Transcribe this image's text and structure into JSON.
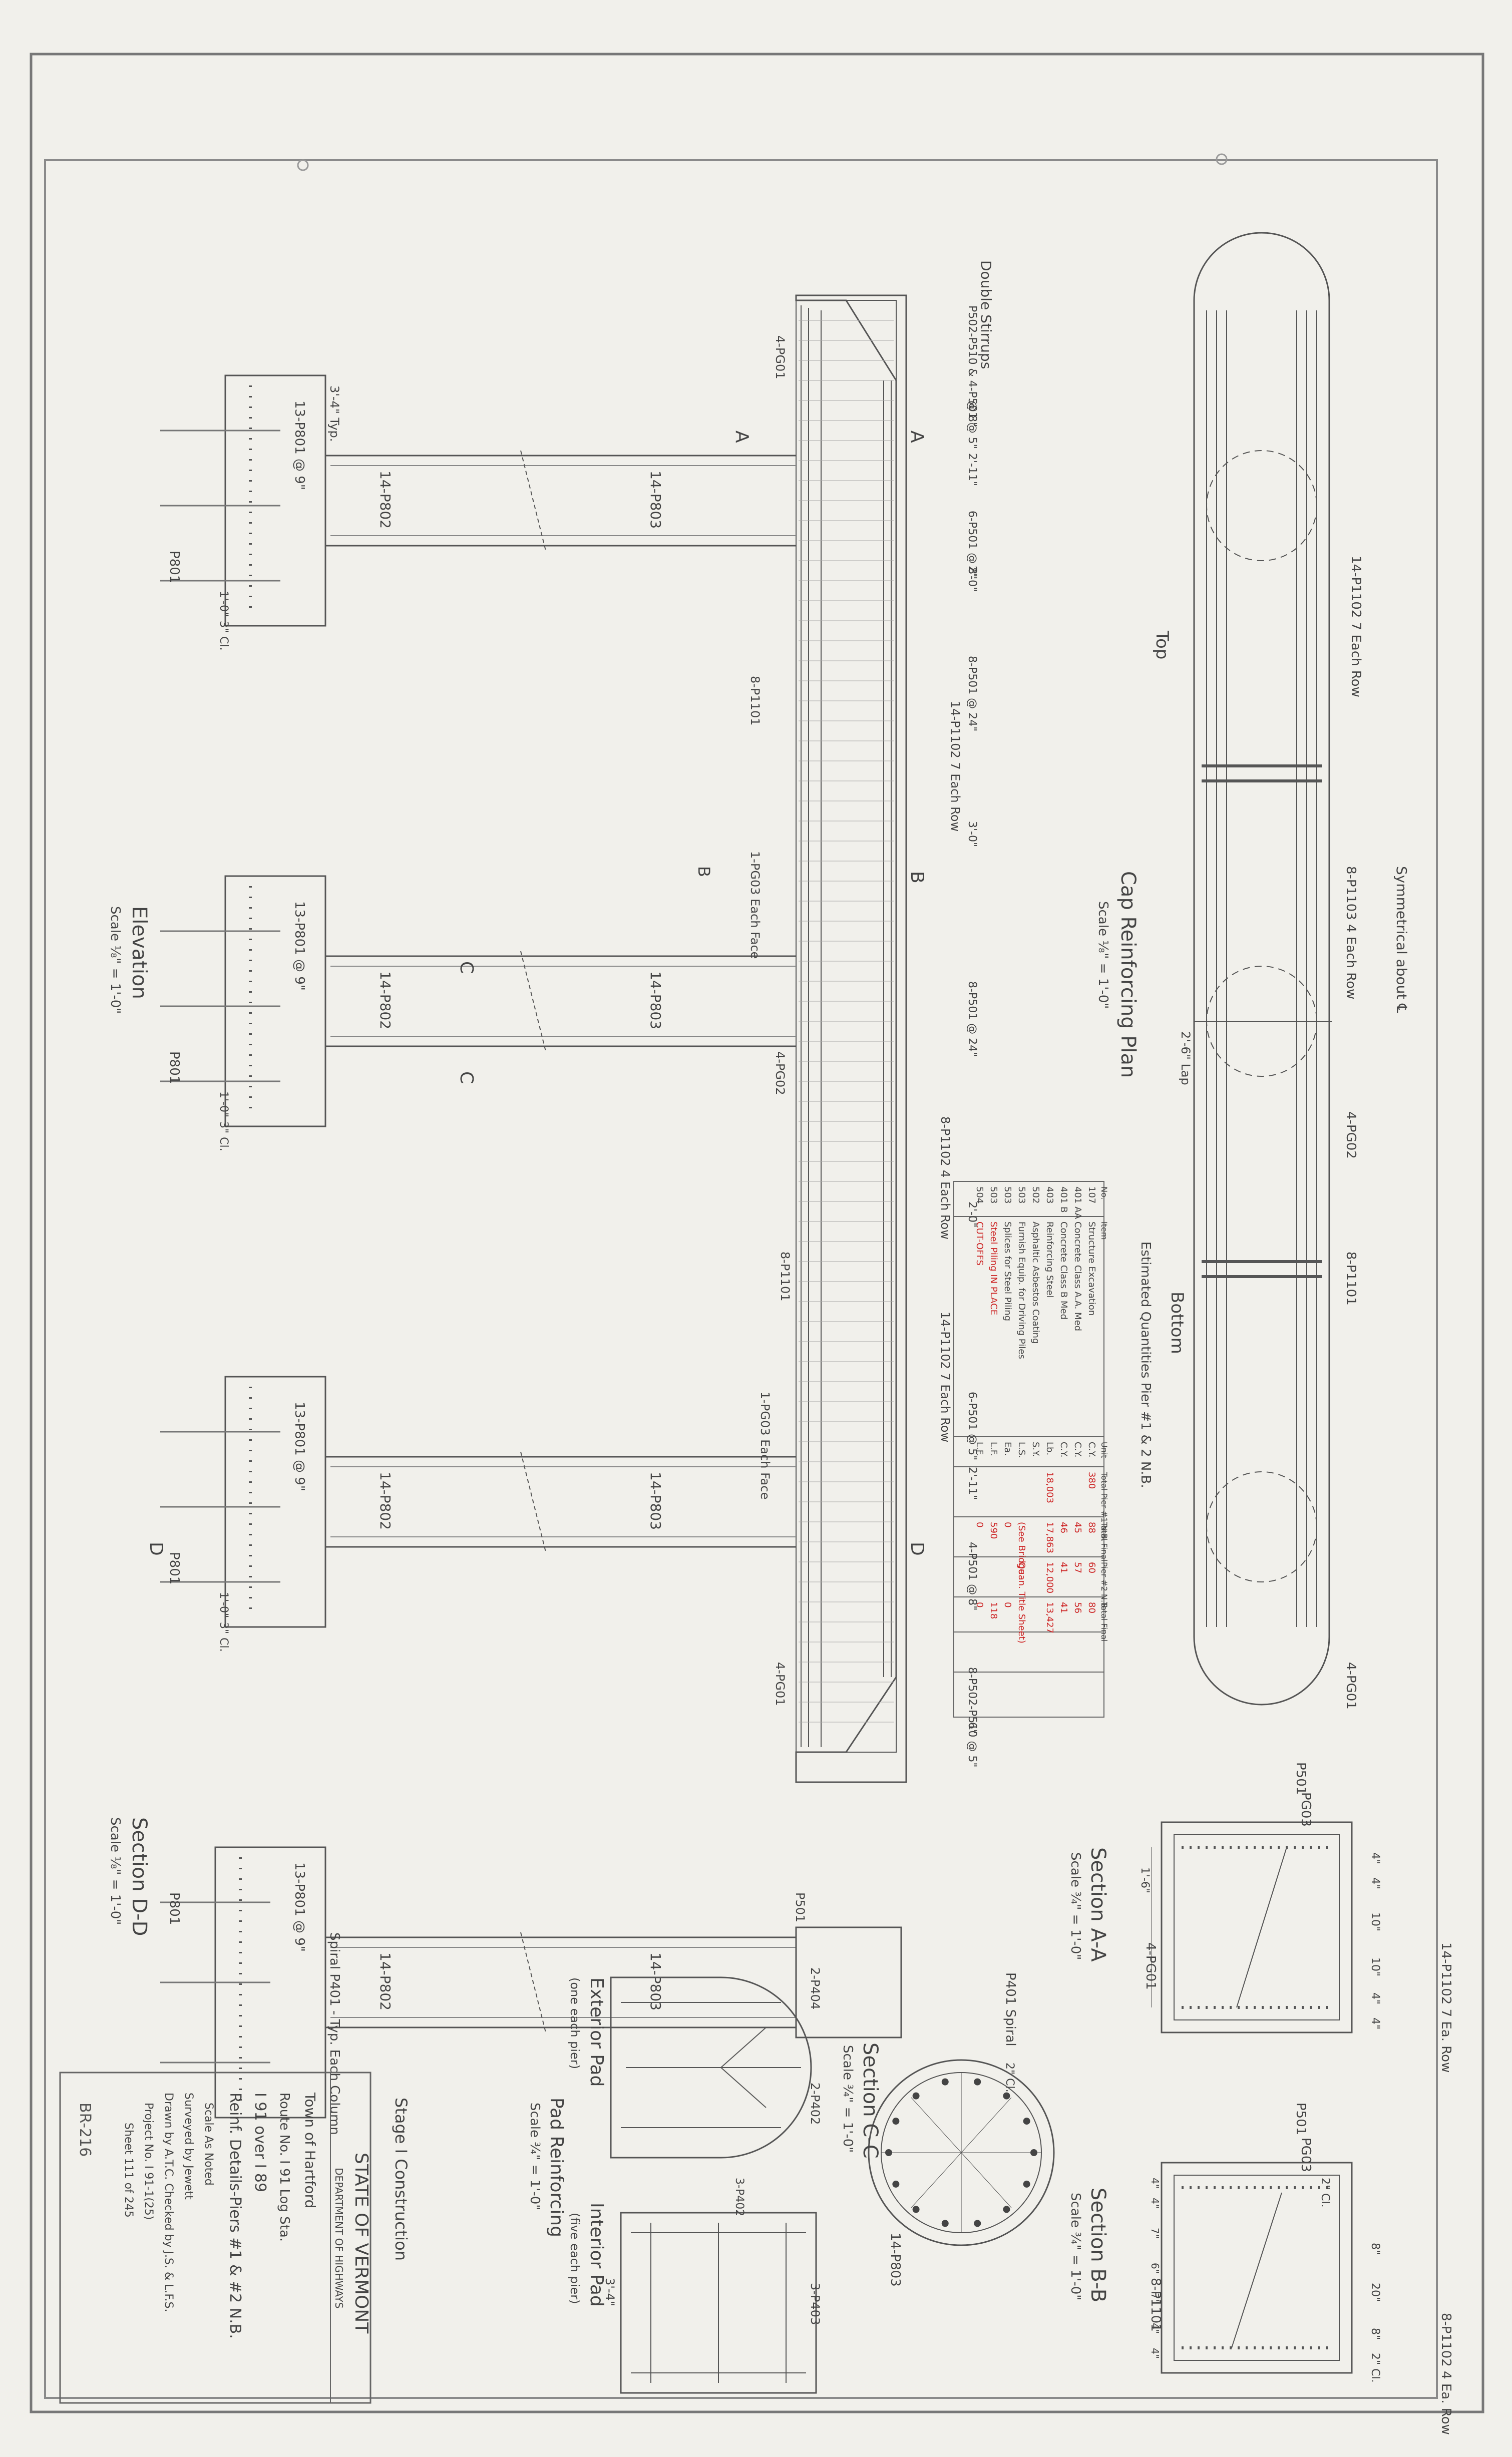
{
  "top": {
    "title": "Top",
    "symmetrical": "Symmetrical about ℄",
    "labels": [
      "14-P1102 7 Each Row",
      "8-P1103 4 Each Row",
      "2'-6\" Lap",
      "4-PG02",
      "8-P1101",
      "4-PG01"
    ]
  },
  "bottom_title": "Bottom",
  "cap_plan": {
    "title": "Cap Reinforcing Plan",
    "scale": "Scale ⅛\" = 1'-0\""
  },
  "quantities": {
    "title": "Estimated Quantities Pier #1 & 2 N.B.",
    "headers": [
      "No.",
      "Item",
      "Unit",
      "Total Pier #1 N.B.",
      "Total Final",
      "Pier #2 N.B.",
      "Total Final"
    ],
    "rows": [
      [
        "107",
        "Structure Excavation",
        "C.Y.",
        "380",
        "88",
        "60",
        "80"
      ],
      [
        "401 AA",
        "Concrete Class A.A. Med",
        "C.Y.",
        "",
        "45",
        "57",
        "56"
      ],
      [
        "401 B",
        "Concrete Class B Med",
        "C.Y.",
        "",
        "46",
        "41",
        "41"
      ],
      [
        "403",
        "Reinforcing Steel",
        "Lb.",
        "18,003",
        "17,863",
        "12,000",
        "13,427"
      ],
      [
        "502",
        "Asphaltic Asbestos Coating",
        "S.Y.",
        "",
        "",
        "",
        ""
      ],
      [
        "503",
        "Furnish Equip. for Driving Piles",
        "L.S.",
        "",
        "(See Bridge",
        "Quan. Title Sheet)",
        ""
      ],
      [
        "503",
        "Splices for Steel Piling",
        "Ea.",
        "",
        "0",
        "",
        "0"
      ],
      [
        "503",
        "Steel Piling  IN PLACE",
        "L.F.",
        "",
        "590",
        "",
        "118"
      ],
      [
        "504",
        "CUT-OFFS",
        "L.F.",
        "",
        "0",
        "",
        "0"
      ]
    ]
  },
  "elevation": {
    "title": "Elevation",
    "scale": "Scale ⅛\" = 1'-0\"",
    "cap_labels": [
      "Double Stirrups",
      "P502-P510 & 4-P501 @ 5\"",
      "@ 8\"",
      "2'-11\"",
      "6-P501 @ 8\"",
      "2'-0\"",
      "8-P501 @ 24\"",
      "3'-0\"",
      "8-P501 @ 24\"",
      "2'-0\"",
      "6-P501 @ 5\"",
      "2'-11\"",
      "4-P501 @ 8\"",
      "8-P502-P510 @ 5\"",
      "6\""
    ],
    "rebar_labels": [
      "4-PG01",
      "14-P1102 7 Each Row",
      "8-P1101",
      "1-PG03 Each Face",
      "4-PG02",
      "8-P1102 4 Each Row",
      "8-P1101",
      "14-P1102 7 Each Row",
      "1-PG03 Each Face",
      "4-PG01"
    ],
    "column_labels": [
      "14-P803",
      "14-P802",
      "13-P801 @ 9\"",
      "P801",
      "3'-4\" Typ.",
      "1'-0\"",
      "3\" Cl."
    ],
    "section_markers": [
      "A",
      "B",
      "C",
      "D"
    ],
    "spiral": "Spiral P401 - Typ. Each Column"
  },
  "section_dd": {
    "title": "Section D-D",
    "scale": "Scale ⅛\" = 1'-0\""
  },
  "section_aa": {
    "title": "Section A-A",
    "scale": "Scale ¾\" = 1'-0\"",
    "labels": [
      "P501",
      "PG03",
      "4-PG01",
      "14-P1102 7 Ea. Row",
      "1'-6\"",
      "4\"",
      "4\"",
      "10\"",
      "10\"",
      "4\"",
      "4\""
    ]
  },
  "section_bb": {
    "title": "Section B-B",
    "scale": "Scale ¾\" = 1'-0\"",
    "labels": [
      "P501",
      "PG03",
      "2\" Cl.",
      "8-P1102 4 Ea. Row",
      "8-P1101",
      "2\" Cl.",
      "8\"",
      "20\"",
      "8\"",
      "4\"",
      "4\"",
      "7\"",
      "6\"",
      "7\"",
      "4\"",
      "4\""
    ]
  },
  "section_cc": {
    "title": "Section C-C",
    "scale": "Scale ¾\" = 1'-0\"",
    "labels": [
      "P401 Spiral",
      "2\" Cl.",
      "14-P803"
    ]
  },
  "pads": {
    "exterior": "Exterior Pad",
    "exterior_note": "(one each pier)",
    "interior": "Interior Pad",
    "interior_note": "(five each pier)",
    "title": "Pad Reinforcing",
    "scale": "Scale ¾\" = 1'-0\"",
    "labels": [
      "2-P404",
      "2-P402",
      "3-P402",
      "3-P403",
      "3'-4\"",
      "P501"
    ]
  },
  "stage": "Stage I Construction",
  "title_block": {
    "state": "STATE OF VERMONT",
    "department": "DEPARTMENT OF HIGHWAYS",
    "town": "Town of Hartford",
    "route": "Route No. I 91   Log Sta.",
    "line1": "I 91 over I 89",
    "line2": "Reinf. Details-Piers #1 & #2 N.B.",
    "scale": "Scale As Noted",
    "surveyed": "Surveyed by Jewett",
    "drawn": "Drawn by A.T.C.  Checked by J.S. & L.F.S.",
    "project": "Project No. I 91-1(25)",
    "sheet": "Sheet 111 of 245"
  },
  "sheet_id": "BR-216"
}
